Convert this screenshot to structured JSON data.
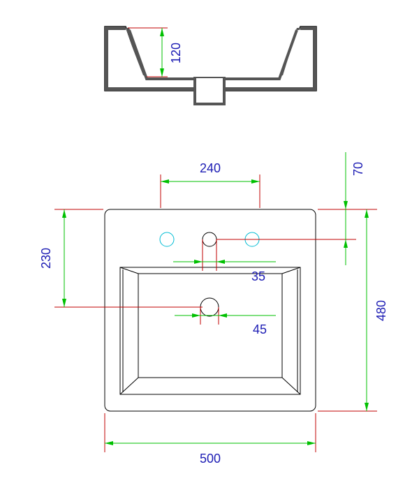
{
  "dimensions": {
    "depth": "120",
    "tap_spacing": "240",
    "back_offset": "70",
    "drain_offset": "230",
    "tap_hole": "35",
    "drain_hole": "45",
    "length": "480",
    "width": "500"
  },
  "colors": {
    "outline": "#000000",
    "dimension_line": "#00c000",
    "extension_line": "#c00000",
    "text": "#1c1cb4",
    "tap_marker": "#00bcd4",
    "section_fill": "#555555"
  }
}
